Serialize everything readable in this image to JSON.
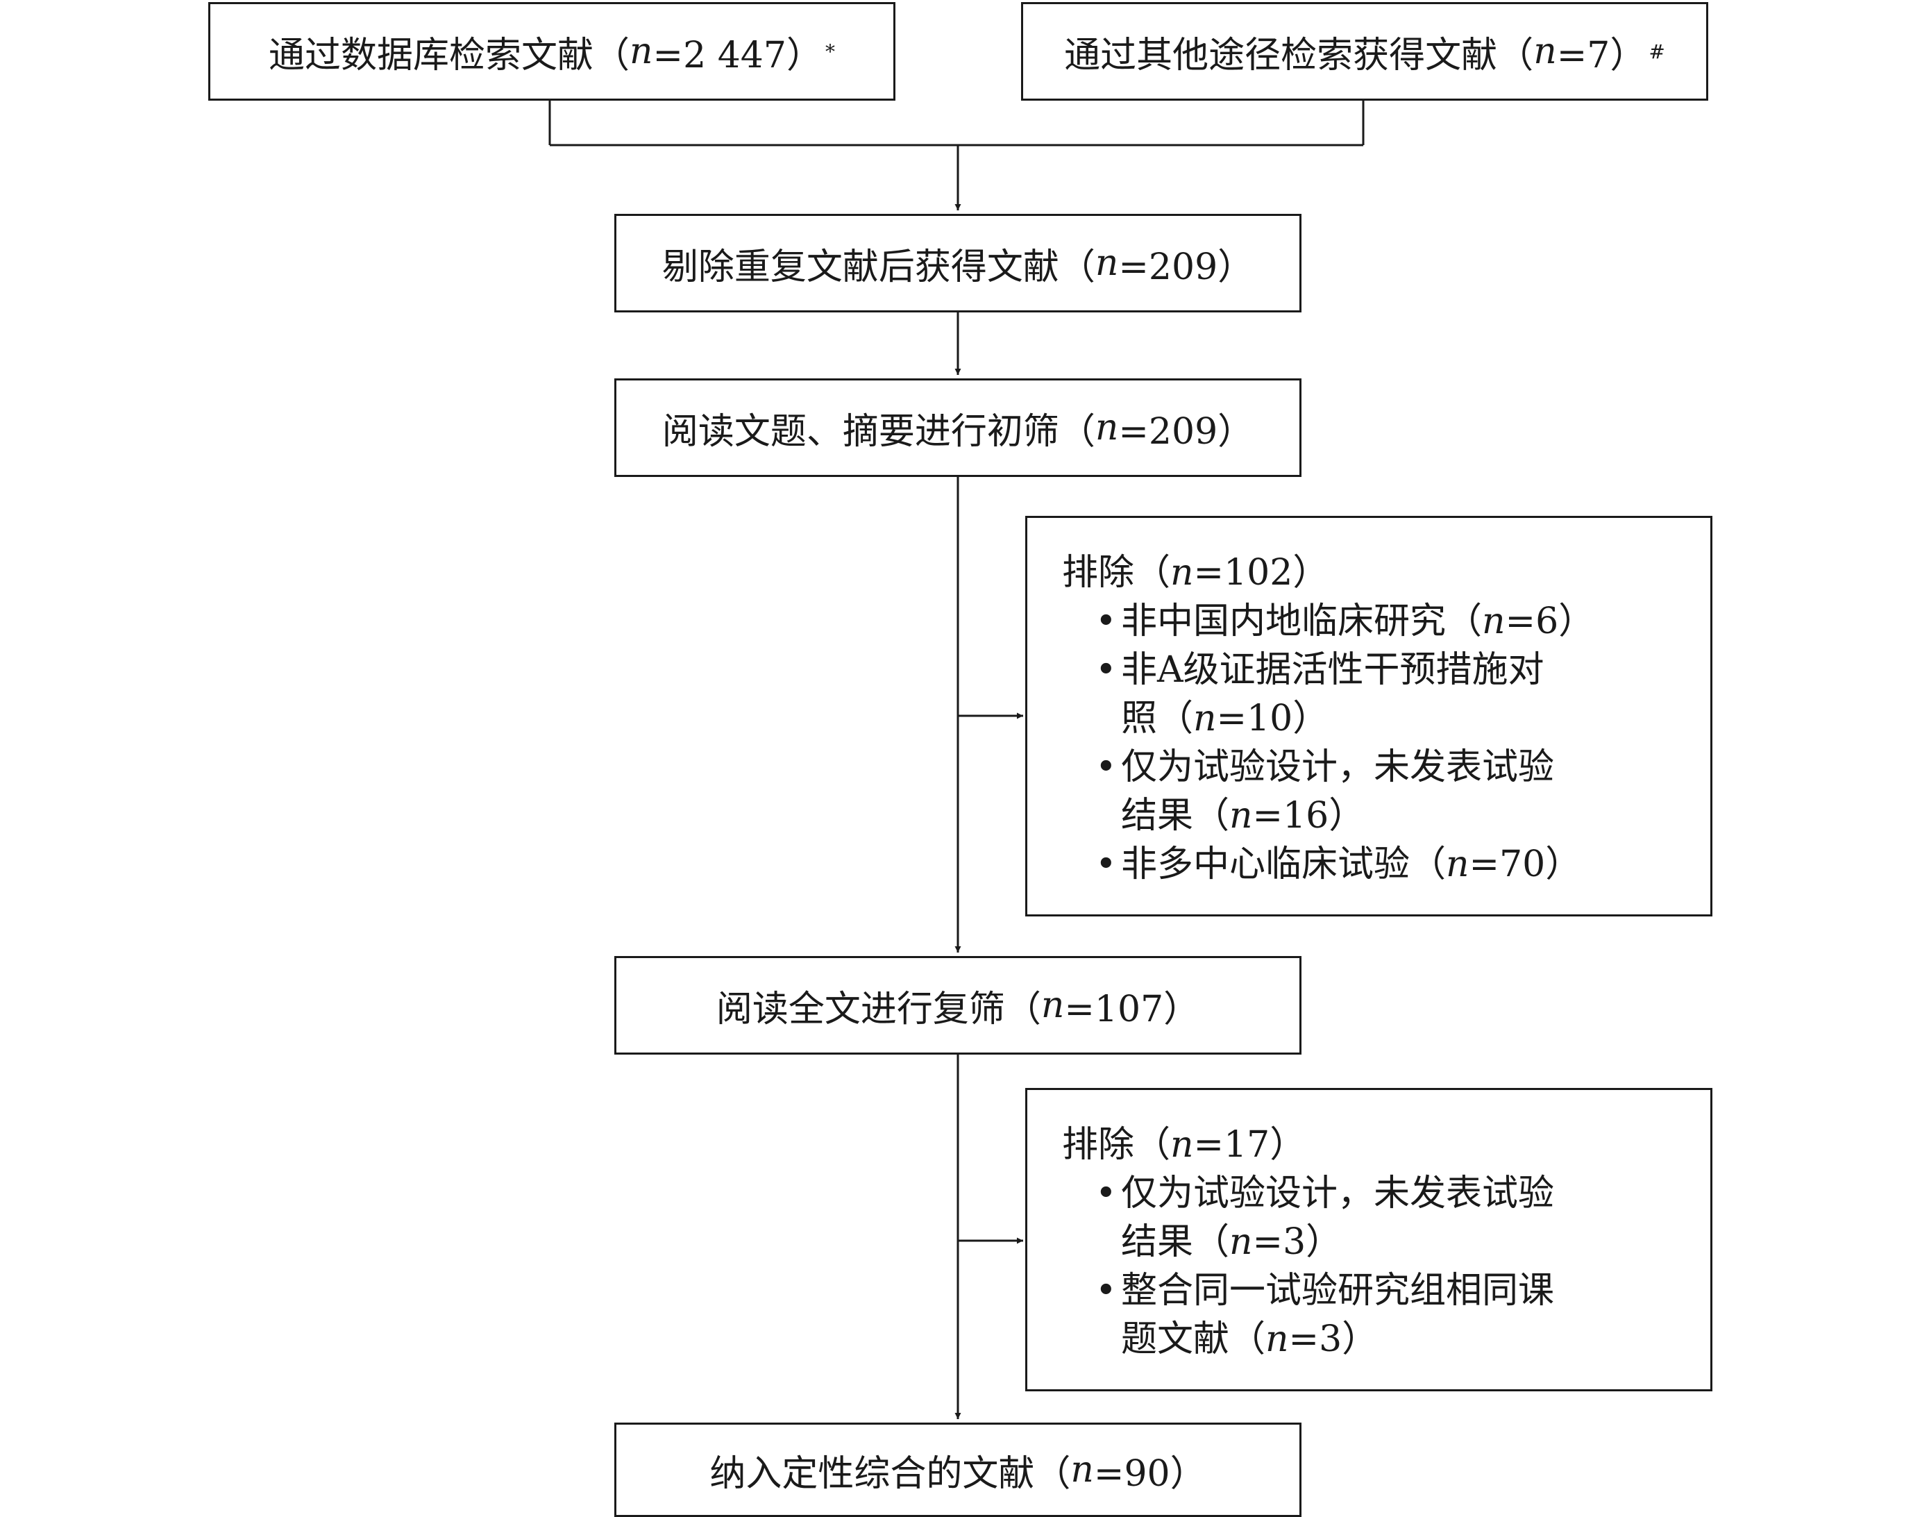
{
  "nodes": {
    "db_search": {
      "prefix": "通过数据库检索文献（",
      "n_label": "n",
      "count": "=2 447）",
      "mark": "*"
    },
    "other_search": {
      "prefix": "通过其他途径检索获得文献（",
      "n_label": "n",
      "count": "=7）",
      "mark": "#"
    },
    "dedup": {
      "prefix": "剔除重复文献后获得文献（",
      "n_label": "n",
      "count": "=209）"
    },
    "screen_title": {
      "prefix": "阅读文题、摘要进行初筛（",
      "n_label": "n",
      "count": "=209）"
    },
    "screen_full": {
      "prefix": "阅读全文进行复筛（",
      "n_label": "n",
      "count": "=107）"
    },
    "included": {
      "prefix": "纳入定性综合的文献（",
      "n_label": "n",
      "count": "=90）"
    }
  },
  "exclusion1": {
    "title_prefix": "排除（",
    "n_label": "n",
    "title_count": "=102）",
    "bullet": "•",
    "items": [
      {
        "line1": "非中国内地临床研究（",
        "n_label": "n",
        "count": "=6）"
      },
      {
        "line1": "非A级证据活性干预措施对",
        "line2": "照（",
        "n_label": "n",
        "count": "=10）"
      },
      {
        "line1": "仅为试验设计，未发表试验",
        "line2": "结果（",
        "n_label": "n",
        "count": "=16）"
      },
      {
        "line1": "非多中心临床试验（",
        "n_label": "n",
        "count": "=70）"
      }
    ]
  },
  "exclusion2": {
    "title_prefix": "排除（",
    "n_label": "n",
    "title_count": "=17）",
    "bullet": "•",
    "items": [
      {
        "line1": "仅为试验设计，未发表试验",
        "line2": "结果（",
        "n_label": "n",
        "count": "=3）"
      },
      {
        "line1": "整合同一试验研究组相同课",
        "line2": "题文献（",
        "n_label": "n",
        "count": "=3）"
      }
    ]
  }
}
